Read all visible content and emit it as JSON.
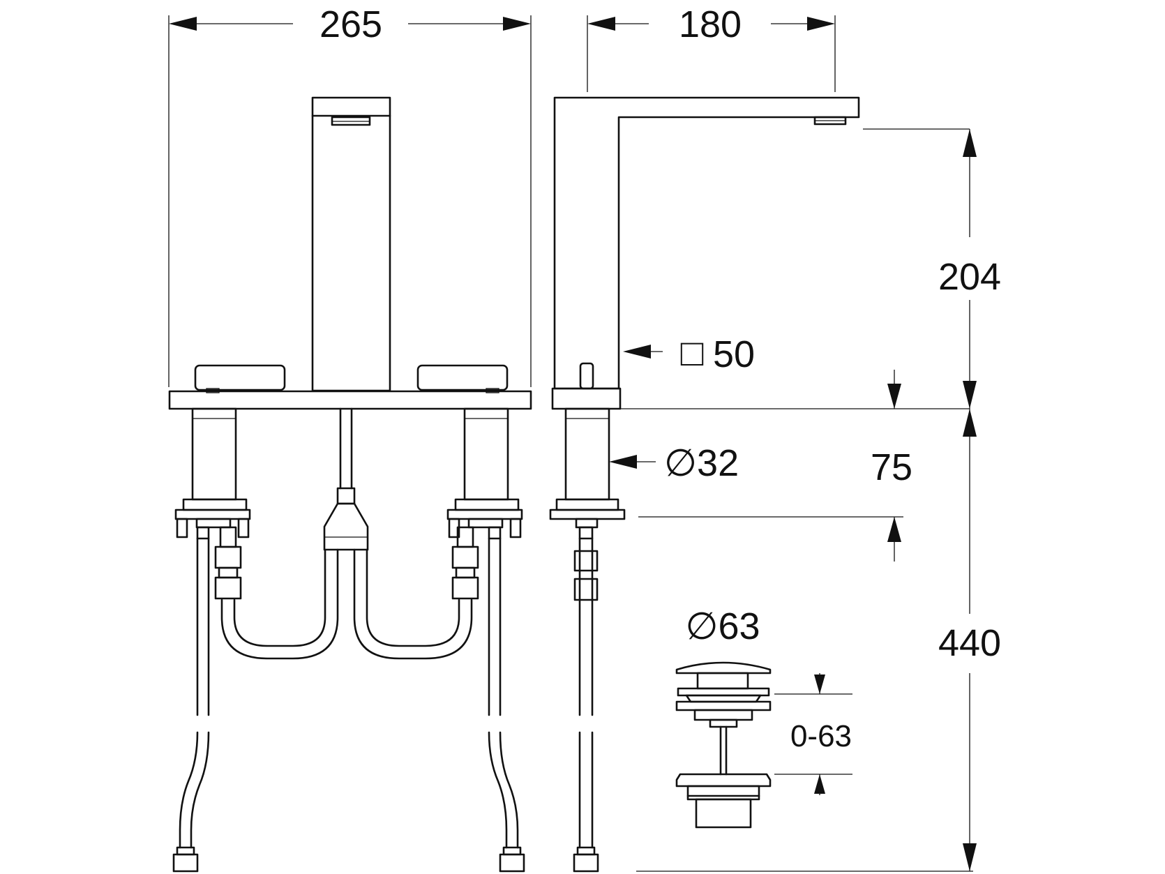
{
  "colors": {
    "line": "#111111",
    "background": "#ffffff"
  },
  "dimensions": {
    "width_front": "265",
    "width_side": "180",
    "spout_height": "204",
    "spout_square_symbol": "□",
    "spout_square": "50",
    "body_diameter": "∅32",
    "body_length": "75",
    "hose_length": "440",
    "waste_diameter": "∅63",
    "waste_stroke": "0-63"
  }
}
